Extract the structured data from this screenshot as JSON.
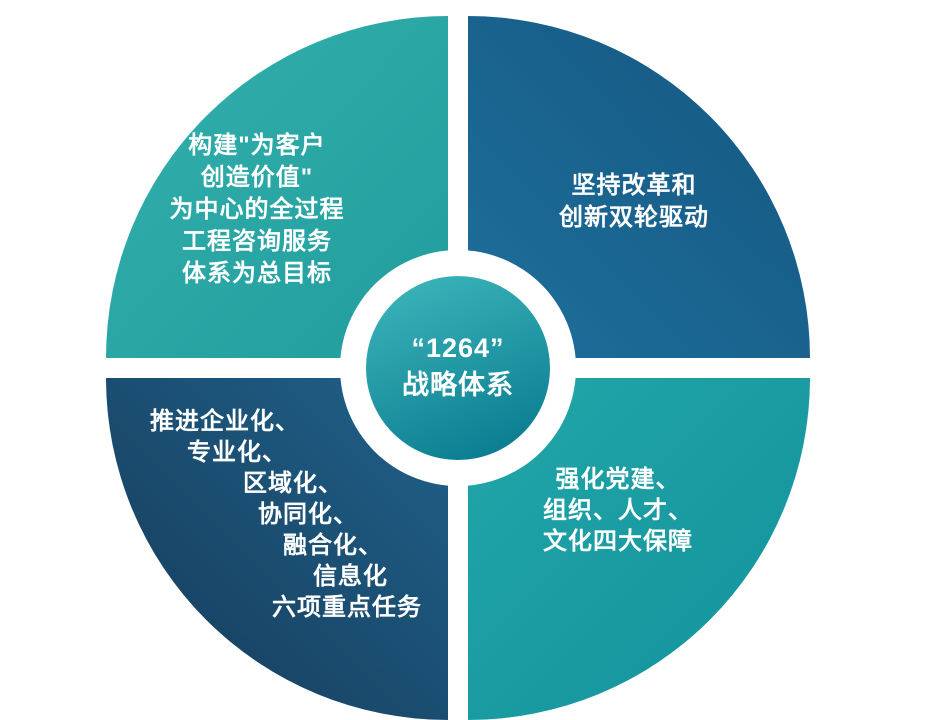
{
  "center": {
    "title_line1": "“1264”",
    "title_line2": "战略体系"
  },
  "quadrants": {
    "top_left": {
      "lines": [
        "构建\"为客户",
        "创造价值\"",
        "为中心的全过程",
        "工程咨询服务",
        "体系为总目标"
      ]
    },
    "top_right": {
      "lines": [
        "坚持改革和",
        "创新双轮驱动"
      ]
    },
    "bottom_right": {
      "lines": [
        "强化党建、",
        "组织、人才、",
        "文化四大保障"
      ]
    },
    "bottom_left": {
      "lines": [
        "推进企业化、",
        "专业化、",
        "区域化、",
        "协同化、",
        "融合化、",
        "信息化",
        "六项重点任务"
      ]
    }
  },
  "colors": {
    "top_left_start": "#33b1ac",
    "top_left_end": "#219c9e",
    "top_right_start": "#1e6f9c",
    "top_right_end": "#145680",
    "bottom_left_start": "#20618a",
    "bottom_left_end": "#153a58",
    "bottom_right_start": "#22a7a9",
    "bottom_right_end": "#12909b",
    "center_start": "#3bb4b9",
    "center_end": "#0c7e92",
    "text": "#ffffff",
    "background": "#ffffff"
  }
}
